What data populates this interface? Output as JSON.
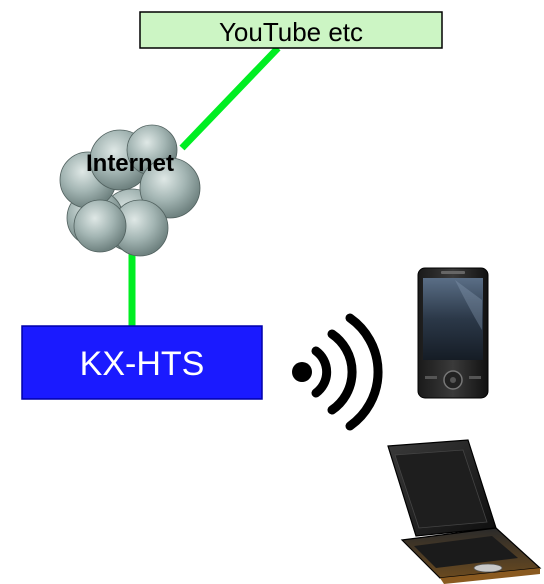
{
  "nodes": {
    "cloud_service": {
      "label": "YouTube etc"
    },
    "internet": {
      "label": "Internet"
    },
    "router": {
      "label": "KX-HTS"
    }
  },
  "devices": [
    {
      "icon": "smartphone-icon"
    },
    {
      "icon": "laptop-icon"
    }
  ],
  "wireless": {
    "icon": "wireless-signal-icon"
  },
  "colors": {
    "link_line": "#00ee22",
    "service_box_fill": "#ccf5c4",
    "router_box_fill": "#1a1aff",
    "cloud_fill": "#a3b5b3"
  }
}
